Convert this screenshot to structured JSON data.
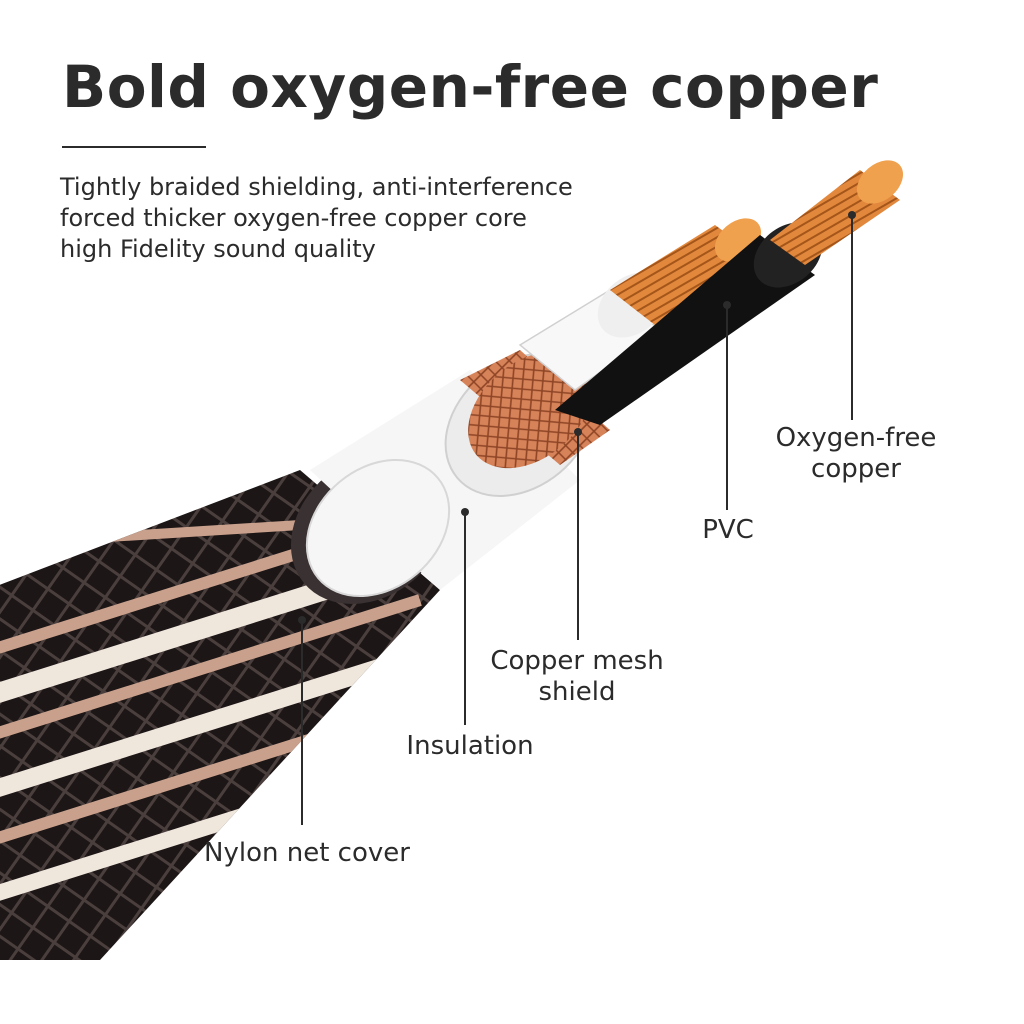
{
  "header": {
    "title": "Bold oxygen-free copper",
    "description": [
      "Tightly braided shielding, anti-interference",
      "forced thicker oxygen-free copper core",
      "high Fidelity sound quality"
    ]
  },
  "labels": {
    "oxygen_free_copper": [
      "Oxygen-free",
      "copper"
    ],
    "pvc": "PVC",
    "copper_mesh_shield": [
      "Copper mesh",
      "shield"
    ],
    "insulation": "Insulation",
    "nylon_net_cover": "Nylon net cover"
  },
  "colors": {
    "jacket": "#1c1616",
    "jacket_stripe_light": "#efe6dc",
    "jacket_stripe_copper": "#c9a08c",
    "insulation": "#f6f6f6",
    "copper_mesh": "#d7835a",
    "pvc": "#111111",
    "copper_core": "#e2883d",
    "text": "#2b2b2b"
  }
}
